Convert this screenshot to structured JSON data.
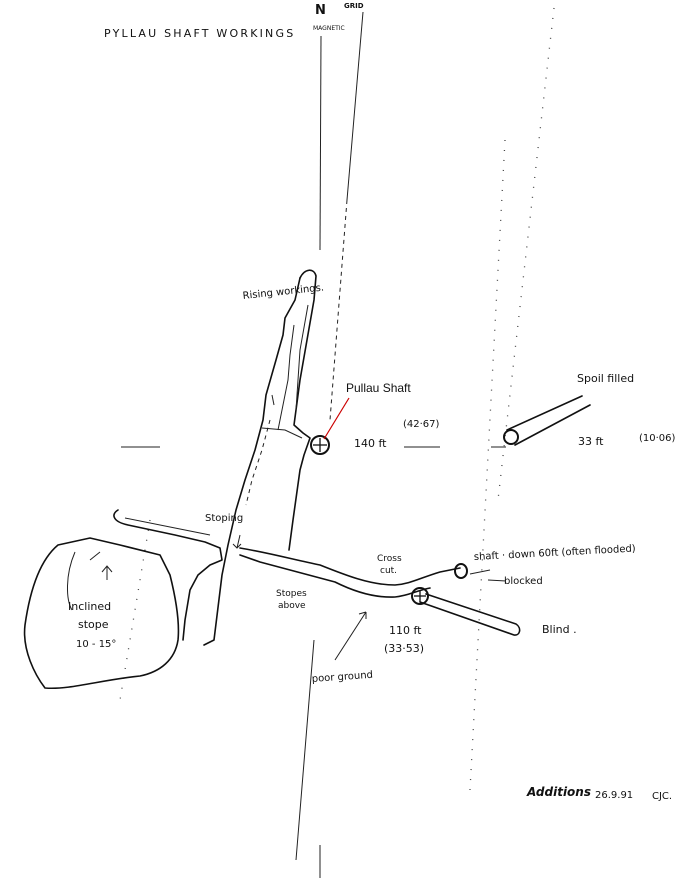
{
  "title": "PYLLAU SHAFT WORKINGS",
  "north": {
    "letter": "N",
    "grid_label": "GRID",
    "magnetic_label": "MAGNETIC"
  },
  "labels": {
    "pullau_shaft": "Pullau Shaft",
    "rising_workings": "Rising workings.",
    "depth_140": "140 ft",
    "depth_140_m": "(42·67)",
    "spoil_filled": "Spoil filled",
    "depth_33": "33 ft",
    "depth_33_m": "(10·06)",
    "stoping": "Stoping",
    "cross_cut": [
      "Cross",
      "cut."
    ],
    "shaft_down": "shaft · down  60ft (often flooded)",
    "blocked": "blocked",
    "blind": "Blind .",
    "stopes_above": [
      "Stopes",
      "above"
    ],
    "depth_110": "110 ft",
    "depth_110_m": "(33·53)",
    "poor_ground": "poor ground",
    "inclined_stope": [
      "Inclined",
      "stope",
      "10 - 15°"
    ],
    "additions": "Additions",
    "date": "26.9.91",
    "initials": "CJC."
  },
  "colors": {
    "ink": "#111111",
    "pointer": "#cc0000",
    "paper": "#ffffff"
  }
}
